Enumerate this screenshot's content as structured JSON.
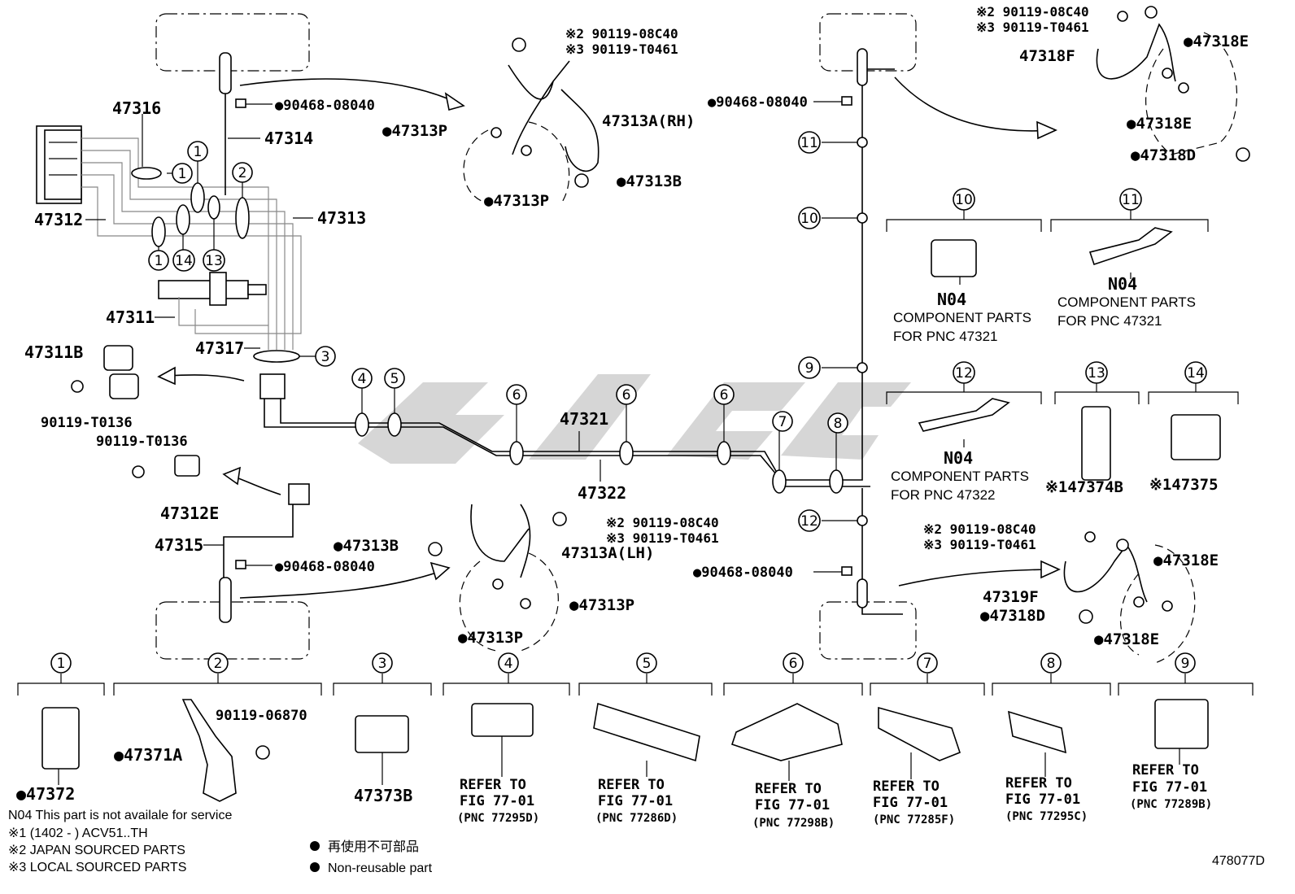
{
  "diagram_id": "478077D",
  "parts": {
    "p47316": "47316",
    "p47314": "47314",
    "p47312": "47312",
    "p47313": "47313",
    "p47311": "47311",
    "p47317": "47317",
    "p47311B": "47311B",
    "p90119_T0136_a": "90119-T0136",
    "p90119_T0136_b": "90119-T0136",
    "p47312E": "47312E",
    "p47315": "47315",
    "p90468_a": "●90468-08040",
    "p90468_b": "●90468-08040",
    "p90468_c": "●90468-08040",
    "p90468_d": "●90468-08040",
    "p47321": "47321",
    "p47322": "47322",
    "rh_bolt_jp": "※2 90119-08C40",
    "rh_bolt_local": "※3 90119-T0461",
    "p47313P_a": "●47313P",
    "p47313P_b": "●47313P",
    "p47313A_RH": "47313A(RH)",
    "p47313B_a": "●47313B",
    "lh_bolt_jp": "※2 90119-08C40",
    "lh_bolt_local": "※3 90119-T0461",
    "p47313A_LH": "47313A(LH)",
    "p47313B_b": "●47313B",
    "p47313P_c": "●47313P",
    "p47313P_d": "●47313P",
    "rr_bolt_jp": "※2 90119-08C40",
    "rr_bolt_local": "※3 90119-T0461",
    "p47318F": "47318F",
    "p47318E_a": "●47318E",
    "p47318E_b": "●47318E",
    "p47318D_a": "●47318D",
    "rl_bolt_jp": "※2 90119-08C40",
    "rl_bolt_local": "※3 90119-T0461",
    "p47319F": "47319F",
    "p47318E_c": "●47318E",
    "p47318D_b": "●47318D",
    "p47318E_d": "●47318E"
  },
  "callouts": [
    "1",
    "1",
    "1",
    "2",
    "14",
    "13",
    "3",
    "4",
    "5",
    "6",
    "6",
    "6",
    "7",
    "8",
    "9",
    "10",
    "11",
    "12"
  ],
  "insets": {
    "i10": {
      "num": "10",
      "code": "N04",
      "desc1": "COMPONENT PARTS",
      "desc2": "FOR PNC 47321"
    },
    "i11": {
      "num": "11",
      "code": "N04",
      "desc1": "COMPONENT PARTS",
      "desc2": "FOR PNC 47321"
    },
    "i12": {
      "num": "12",
      "code": "N04",
      "desc1": "COMPONENT PARTS",
      "desc2": "FOR PNC 47322"
    },
    "i13": {
      "num": "13",
      "part": "※147374B"
    },
    "i14": {
      "num": "14",
      "part": "※147375"
    }
  },
  "bottom_clamps": [
    {
      "num": "1",
      "part": "●47372"
    },
    {
      "num": "2",
      "part": "●47371A",
      "bolt": "90119-06870"
    },
    {
      "num": "3",
      "part": "47373B"
    },
    {
      "num": "4",
      "line1": "REFER TO",
      "line2": "FIG 77-01",
      "pnc": "(PNC 77295D)"
    },
    {
      "num": "5",
      "line1": "REFER TO",
      "line2": "FIG 77-01",
      "pnc": "(PNC 77286D)"
    },
    {
      "num": "6",
      "line1": "REFER TO",
      "line2": "FIG 77-01",
      "pnc": "(PNC 77298B)"
    },
    {
      "num": "7",
      "line1": "REFER TO",
      "line2": "FIG 77-01",
      "pnc": "(PNC 77285F)"
    },
    {
      "num": "8",
      "line1": "REFER TO",
      "line2": "FIG 77-01",
      "pnc": "(PNC 77295C)"
    },
    {
      "num": "9",
      "line1": "REFER TO",
      "line2": "FIG 77-01",
      "pnc": "(PNC 77289B)"
    }
  ],
  "notes": {
    "n04": "N04  This part is not availale for service",
    "n1": "※1 (1402 -           ) ACV51..TH",
    "n2": "※2 JAPAN SOURCED PARTS",
    "n3": "※3 LOCAL SOURCED PARTS",
    "legend_jp": "再使用不可部品",
    "legend_en": "Non-reusable part"
  }
}
